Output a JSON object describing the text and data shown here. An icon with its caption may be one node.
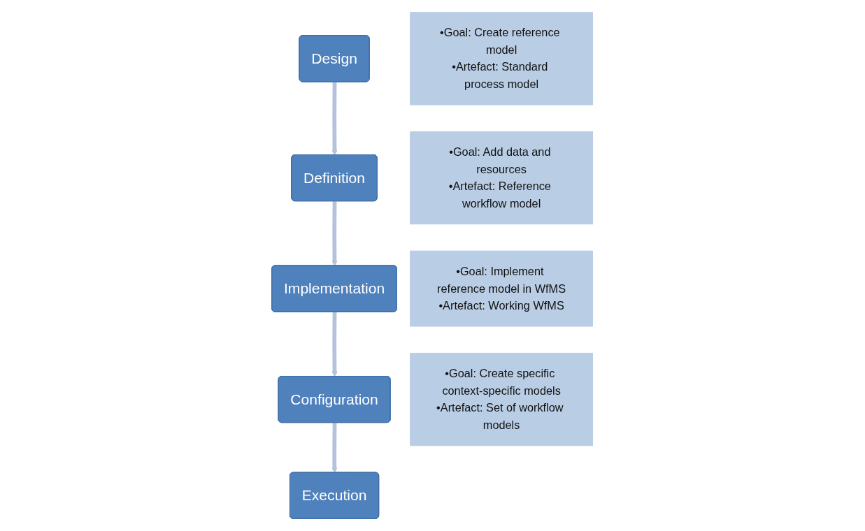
{
  "diagram": {
    "nodes": [
      {
        "text": [
          "Design"
        ]
      },
      {
        "text": [
          "•Goal: Create reference model",
          "•Artefact: Standard process model"
        ]
      },
      {
        "text": [
          "Definition"
        ]
      },
      {
        "text": [
          "•Goal: Add data and resources",
          "•Artefact: Reference workflow model"
        ]
      },
      {
        "text": [
          "Implementation"
        ]
      },
      {
        "text": [
          "•Goal: Implement reference model in WfMS",
          "•Artefact: Working WfMS"
        ]
      },
      {
        "text": [
          "Configuration"
        ]
      },
      {
        "text": [
          "•Goal: Create specific context-specific models",
          "•Artefact: Set of workflow models"
        ]
      },
      {
        "text": [
          "Execution"
        ]
      }
    ],
    "edges": [
      {
        "from": 0,
        "to": 2,
        "arrow": "to"
      },
      {
        "from": 2,
        "to": 4,
        "arrow": "to"
      },
      {
        "from": 4,
        "to": 6,
        "arrow": "to"
      },
      {
        "from": 6,
        "to": 8,
        "arrow": "to"
      }
    ]
  }
}
